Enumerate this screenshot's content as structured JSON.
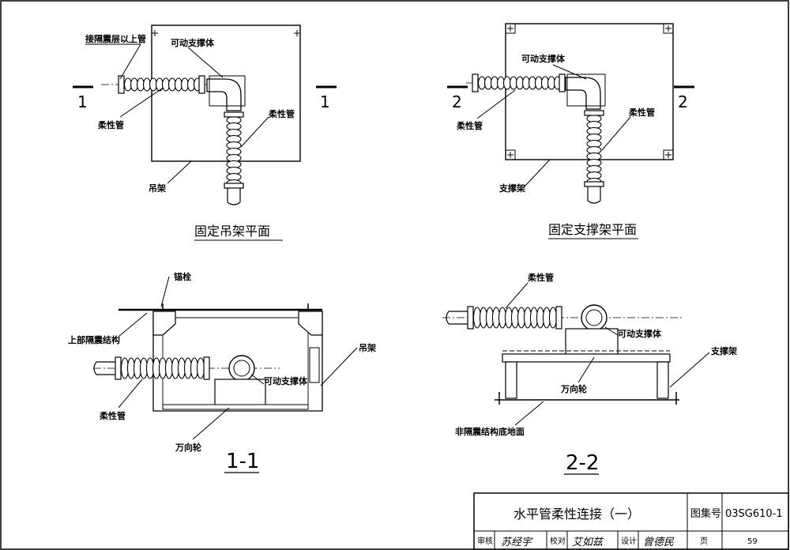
{
  "plan_view_1": {
    "caption": "固定吊架平面",
    "label_upper_pipe": "接隔震层以上管",
    "label_movable_support": "可动支撑体",
    "label_flex_pipe_left": "柔性管",
    "label_flex_pipe_right": "柔性管",
    "label_hanger": "吊架",
    "cut_left": "1",
    "cut_right": "1"
  },
  "plan_view_2": {
    "caption": "固定支撑架平面",
    "label_movable_support": "可动支撑体",
    "label_flex_pipe_left": "柔性管",
    "label_flex_pipe_right": "柔性管",
    "label_support_frame": "支撑架",
    "cut_left": "2",
    "cut_right": "2"
  },
  "section_1": {
    "caption": "1-1",
    "label_anchor_bolt": "锚栓",
    "label_upper_structure": "上部隔震结构",
    "label_hanger": "吊架",
    "label_movable_support": "可动支撑体",
    "label_flex_pipe": "柔性管",
    "label_universal_wheel": "万向轮"
  },
  "section_2": {
    "caption": "2-2",
    "label_flex_pipe": "柔性管",
    "label_movable_support": "可动支撑体",
    "label_support_frame": "支撑架",
    "label_universal_wheel": "万向轮",
    "label_ground": "非隔震结构底地面"
  },
  "title_block": {
    "title": "水平管柔性连接（一）",
    "atlas_label": "图集号",
    "atlas_no": "03SG610-1",
    "review_label": "审核",
    "review_sign": "苏经宇",
    "check_label": "校对",
    "check_sign": "艾如兹",
    "design_label": "设计",
    "design_sign": "曾德民",
    "page_label": "页",
    "page_no": "59"
  }
}
